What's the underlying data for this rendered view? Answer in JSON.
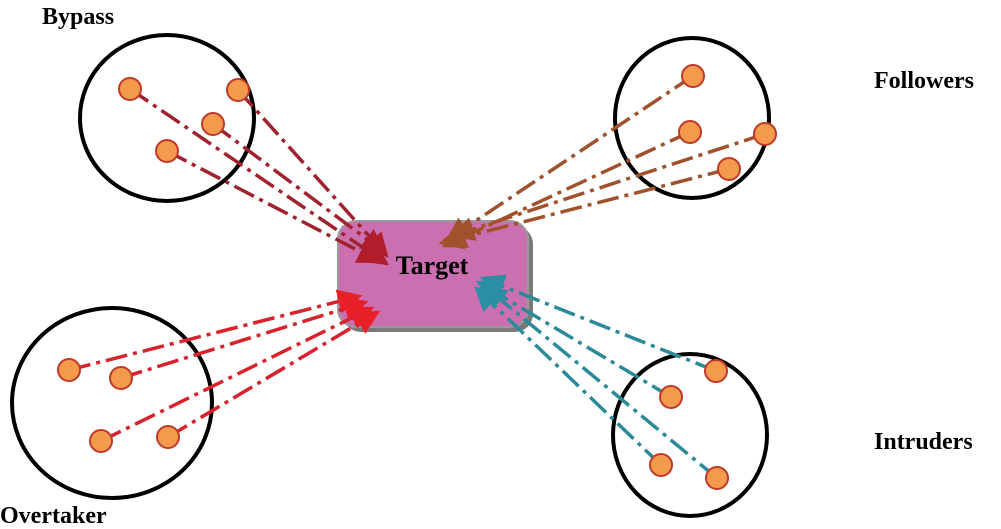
{
  "target": {
    "label": "Target",
    "fill": "#cc6fb0",
    "border": "#8a8a8a"
  },
  "groups": [
    {
      "id": "bypass",
      "label": "Bypass",
      "line_color": "#a0222e",
      "arrow_color": "#b01e2b"
    },
    {
      "id": "followers",
      "label": "Followers",
      "line_color": "#a0522d",
      "arrow_color": "#a0522d"
    },
    {
      "id": "overtaker",
      "label": "Overtaker",
      "line_color": "#d8232e",
      "arrow_color": "#e8202a"
    },
    {
      "id": "intruders",
      "label": "Intruders",
      "line_color": "#2b8a9a",
      "arrow_color": "#2b8fa3"
    }
  ],
  "node_color": "#f39a4c",
  "node_stroke": "#c0392b",
  "circle_stroke": "#000000"
}
